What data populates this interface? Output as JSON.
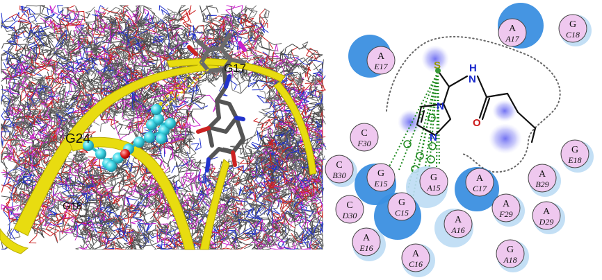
{
  "left_panel": {
    "labels": [
      {
        "id": "g24",
        "text": "G24"
      },
      {
        "id": "g17",
        "text": "G17"
      },
      {
        "id": "g18",
        "text": "G18"
      }
    ]
  },
  "right_panel": {
    "ligand_atoms": {
      "sulfur": "S",
      "nh": "H",
      "n": "N",
      "oxygen": "O"
    },
    "residues": [
      {
        "code": "A",
        "id": "A17"
      },
      {
        "code": "G",
        "id": "C18"
      },
      {
        "code": "A",
        "id": "E17"
      },
      {
        "code": "C",
        "id": "F30"
      },
      {
        "code": "G",
        "id": "E18"
      },
      {
        "code": "C",
        "id": "B30"
      },
      {
        "code": "G",
        "id": "E15"
      },
      {
        "code": "G",
        "id": "A15"
      },
      {
        "code": "A",
        "id": "C17"
      },
      {
        "code": "A",
        "id": "B29"
      },
      {
        "code": "C",
        "id": "D30"
      },
      {
        "code": "G",
        "id": "C15"
      },
      {
        "code": "A",
        "id": "F29"
      },
      {
        "code": "A",
        "id": "D29"
      },
      {
        "code": "A",
        "id": "A16"
      },
      {
        "code": "A",
        "id": "E16"
      },
      {
        "code": "A",
        "id": "C16"
      },
      {
        "code": "G",
        "id": "A18"
      }
    ]
  },
  "colors": {
    "helix": "#e8dc10",
    "residue_fill": "#efc8ef",
    "shadow_strong": "#3b8fe0",
    "shadow_light": "#bcdcf4",
    "hbond": "#1f8a1f",
    "ligand_ball": "#3fd7e6"
  }
}
